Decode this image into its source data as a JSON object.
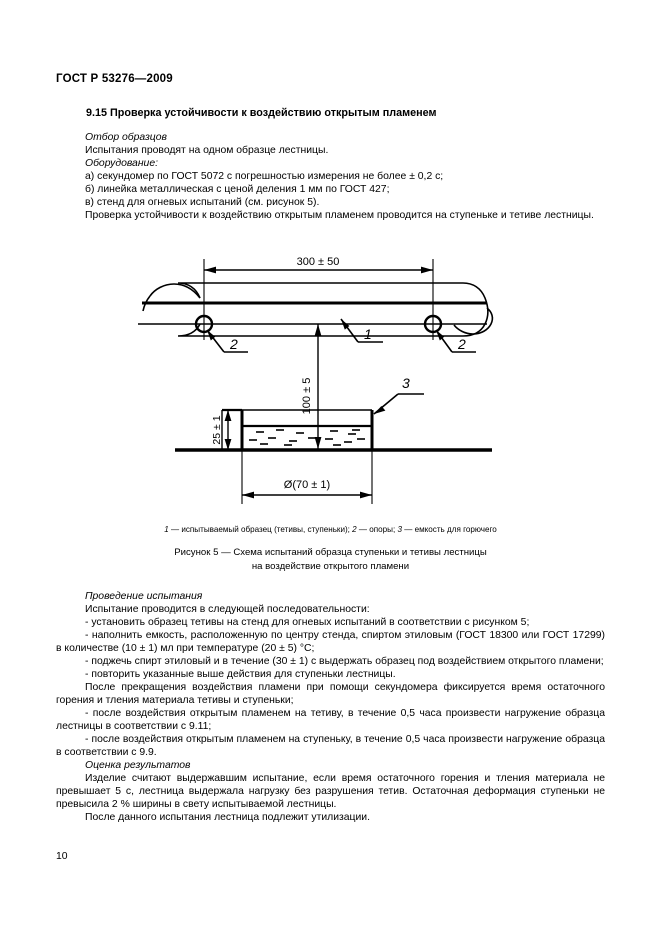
{
  "header": {
    "standard": "ГОСТ Р 53276—2009"
  },
  "section": {
    "title": "9.15 Проверка устойчивости к воздействию открытым пламенем"
  },
  "top_block": {
    "sampling_heading": "Отбор образцов",
    "sampling_text": "Испытания проводят на одном образце лестницы.",
    "equipment_heading": "Оборудование:",
    "equipment_items": [
      "а) секундомер по ГОСТ 5072 с погрешностью измерения не более ± 0,2 с;",
      "б) линейка металлическая с ценой деления 1 мм по ГОСТ 427;",
      "в) стенд для огневых испытаний (см. рисунок 5)."
    ],
    "closing": "Проверка устойчивости к воздействию открытым пламенем проводится на ступеньке и тетиве лестницы."
  },
  "figure": {
    "dim_width": "300 ± 50",
    "dim_height": "100 ± 5",
    "dim_liquid_depth": "25 ± 1",
    "dim_diameter": "Ø(70 ± 1)",
    "callout_1": "1",
    "callout_2_left": "2",
    "callout_2_right": "2",
    "callout_3": "3",
    "legend_parts": [
      {
        "num": "1",
        "text": " — испытываемый образец (тетивы, ступеньки); "
      },
      {
        "num": "2",
        "text": " — опоры; "
      },
      {
        "num": "3",
        "text": " — емкость для горючего"
      }
    ],
    "caption_line1": "Рисунок 5 — Схема испытаний образца ступеньки и тетивы лестницы",
    "caption_line2": "на воздействие открытого пламени"
  },
  "body_block": {
    "procedure_heading": "Проведение испытания",
    "procedure_intro": "Испытание проводится в следующей последовательности:",
    "steps": [
      "- установить образец тетивы на стенд для огневых испытаний в соответствии с рисунком 5;",
      "- наполнить емкость, расположенную по центру стенда, спиртом этиловым (ГОСТ 18300 или ГОСТ 17299) в количестве (10 ± 1) мл при температуре (20 ± 5) °С;",
      "- поджечь спирт этиловый и в течение (30 ± 1) с выдержать образец под воздействием открытого пламени;",
      "- повторить указанные выше действия для ступеньки лестницы."
    ],
    "after_flame": "После прекращения воздействия пламени при помощи секундомера фиксируется время остаточного горения и тления материала тетивы и ступеньки;",
    "steps2": [
      "- после воздействия открытым пламенем на тетиву, в течение 0,5 часа произвести нагружение образца лестницы в соответствии с 9.11;",
      "- после воздействия открытым пламенем на ступеньку, в течение 0,5 часа произвести нагружение образца в соответствии с 9.9."
    ],
    "results_heading": "Оценка результатов",
    "results_text": "Изделие считают выдержавшим испытание, если время остаточного горения и тления материала не превышает 5 с, лестница выдержала нагрузку без разрушения тетив. Остаточная деформация ступеньки не превысила 2 % ширины в свету испытываемой лестницы.",
    "disposal_text": "После данного испытания лестница подлежит утилизации."
  },
  "footer": {
    "page_number": "10"
  }
}
